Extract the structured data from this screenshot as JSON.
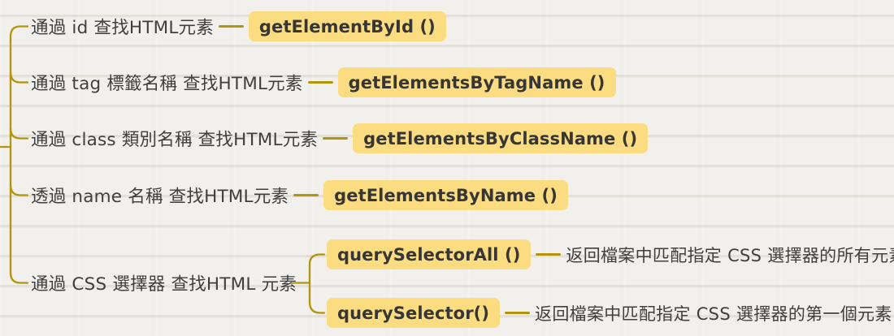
{
  "colors": {
    "accent": "#b2940d",
    "box-bg": "#fbdc81",
    "box-text": "#363636",
    "text": "#3f3f3f",
    "bg": "#f2f0ec"
  },
  "tree": {
    "branches": [
      {
        "label": "通過 id 查找HTML元素",
        "method": "getElementById ()"
      },
      {
        "label": "通過 tag 標籤名稱 查找HTML元素",
        "method": "getElementsByTagName ()"
      },
      {
        "label": "通過 class 類別名稱 查找HTML元素",
        "method": "getElementsByClassName ()"
      },
      {
        "label": "透過 name 名稱 查找HTML元素",
        "method": "getElementsByName ()"
      },
      {
        "label": "通過 CSS 選擇器 查找HTML 元素",
        "children": [
          {
            "method": "querySelectorAll ()",
            "description": "返回檔案中匹配指定 CSS 選擇器的所有元素"
          },
          {
            "method": "querySelector()",
            "description": "返回檔案中匹配指定 CSS 選擇器的第一個元素"
          }
        ]
      }
    ]
  }
}
